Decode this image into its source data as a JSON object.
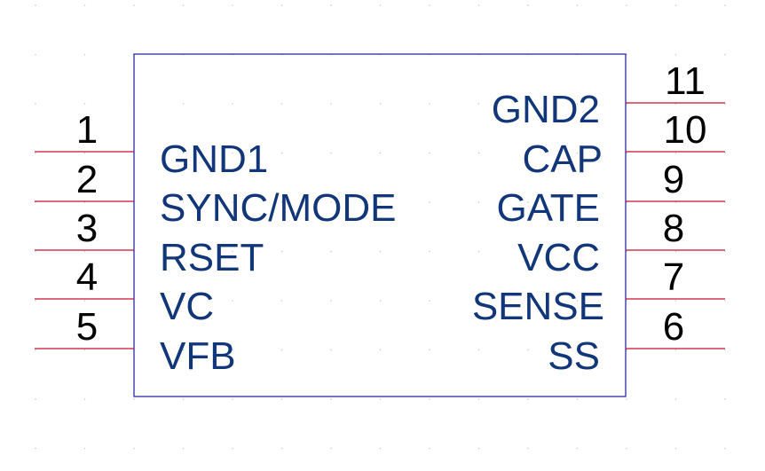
{
  "component": {
    "left_pins": [
      {
        "number": "1",
        "name": "GND1"
      },
      {
        "number": "2",
        "name": "SYNC/MODE"
      },
      {
        "number": "3",
        "name": "RSET"
      },
      {
        "number": "4",
        "name": "VC"
      },
      {
        "number": "5",
        "name": "VFB"
      }
    ],
    "right_pins": [
      {
        "number": "11",
        "name": "GND2"
      },
      {
        "number": "10",
        "name": "CAP"
      },
      {
        "number": "9",
        "name": "GATE"
      },
      {
        "number": "8",
        "name": "VCC"
      },
      {
        "number": "7",
        "name": "SENSE"
      },
      {
        "number": "6",
        "name": "SS"
      }
    ]
  },
  "colors": {
    "body_outline": "#2b2ba6",
    "pin_line": "#c8102e",
    "pin_name_text": "#12367a",
    "pin_number_text": "#000000",
    "background": "#ffffff"
  }
}
